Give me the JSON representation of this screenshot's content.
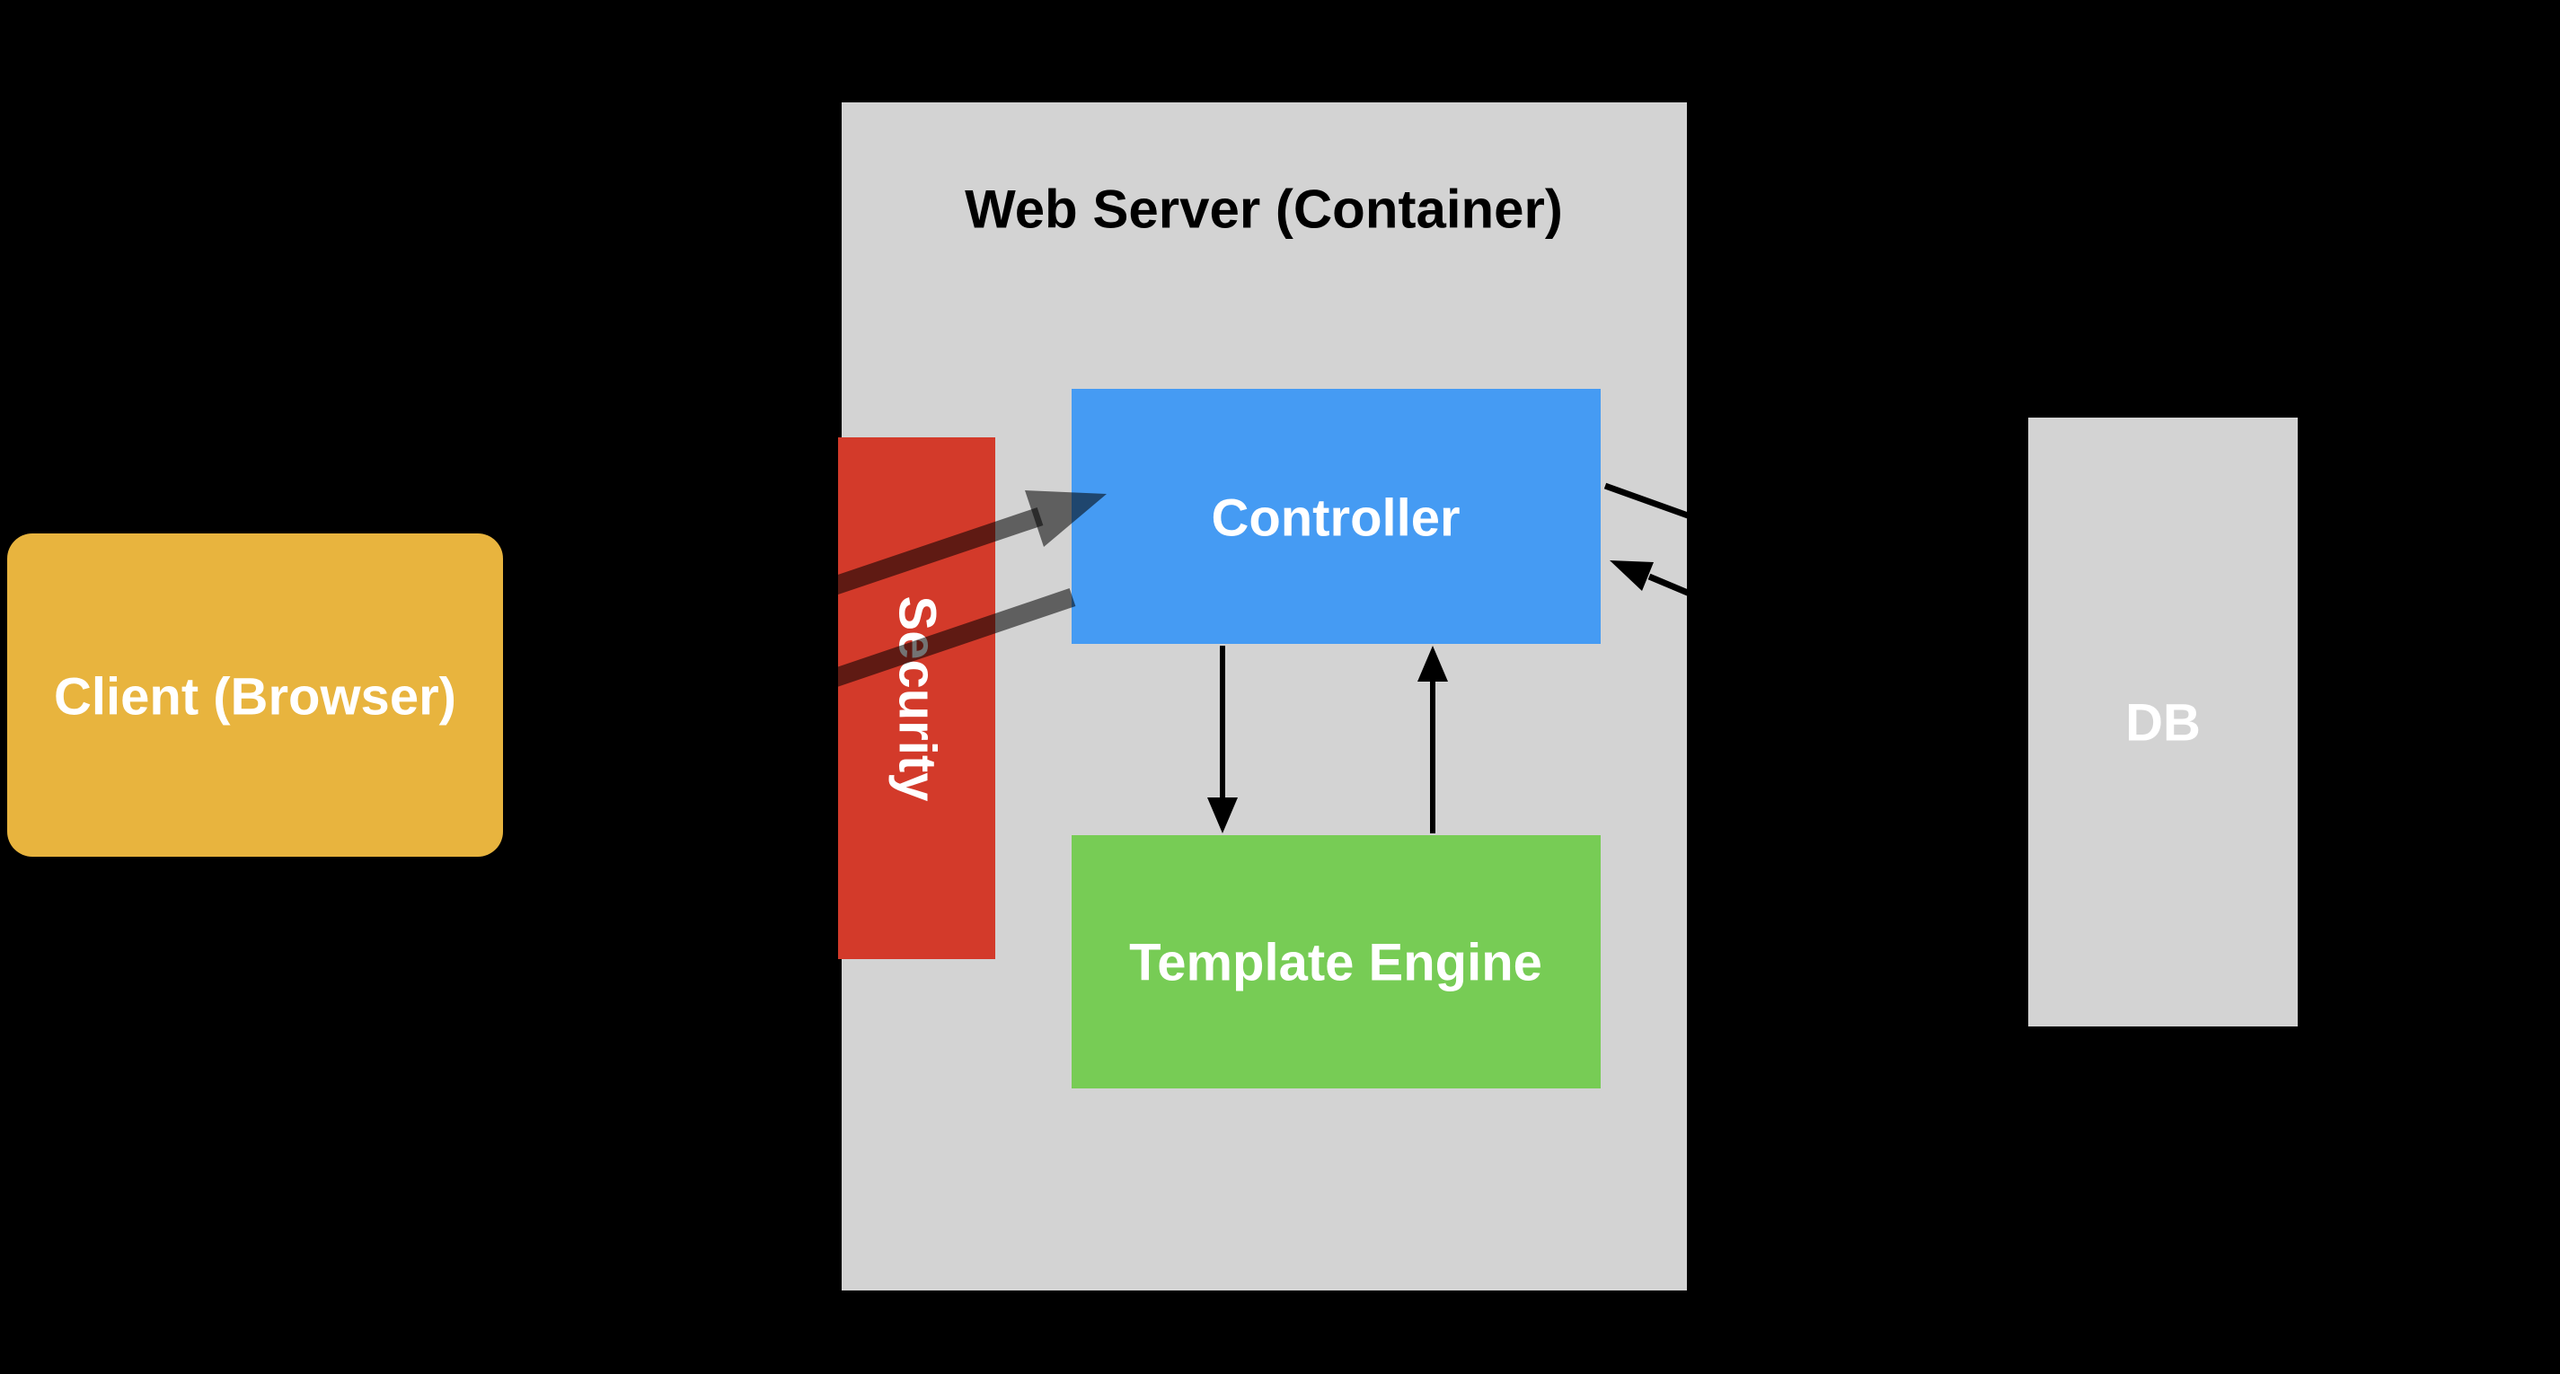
{
  "canvas": {
    "background": "#000000"
  },
  "container": {
    "title": "Web Server (Container)",
    "fill": "#D3D3D3",
    "title_color": "#000000"
  },
  "nodes": {
    "client": {
      "label": "Client (Browser)",
      "fill": "#E8B43E",
      "text_color": "#FFFFFF"
    },
    "security": {
      "label": "Security",
      "fill": "#D33A2A",
      "text_color": "#FFFFFF",
      "text_rotation_deg": 90
    },
    "controller": {
      "label": "Controller",
      "fill": "#459BF3",
      "text_color": "#FFFFFF"
    },
    "template_engine": {
      "label": "Template Engine",
      "fill": "#77CC55",
      "text_color": "#FFFFFF"
    },
    "db": {
      "label": "DB",
      "fill": "#D3D3D3",
      "text_color": "#FFFFFF"
    }
  },
  "arrows": {
    "overlay_color": "rgba(0,0,0,0.55)",
    "thin_color": "#000000",
    "edges": [
      {
        "id": "client-to-controller-request",
        "from": "client",
        "to": "controller",
        "style": "thick-translucent",
        "arrowhead": "at-controller",
        "passes_through": "security"
      },
      {
        "id": "client-to-controller-secondary",
        "from": "client",
        "to": "controller",
        "style": "thick-translucent",
        "arrowhead": "none-visible",
        "passes_through": "security"
      },
      {
        "id": "controller-to-template-engine",
        "from": "controller",
        "to": "template_engine",
        "style": "thin",
        "arrowhead": "at-template-engine"
      },
      {
        "id": "template-engine-to-controller",
        "from": "template_engine",
        "to": "controller",
        "style": "thin",
        "arrowhead": "at-controller"
      },
      {
        "id": "controller-to-db",
        "from": "controller",
        "to": "db",
        "style": "thin",
        "arrowhead": "clipped-by-background"
      },
      {
        "id": "db-to-controller",
        "from": "db",
        "to": "controller",
        "style": "thin",
        "arrowhead": "at-controller"
      }
    ]
  }
}
